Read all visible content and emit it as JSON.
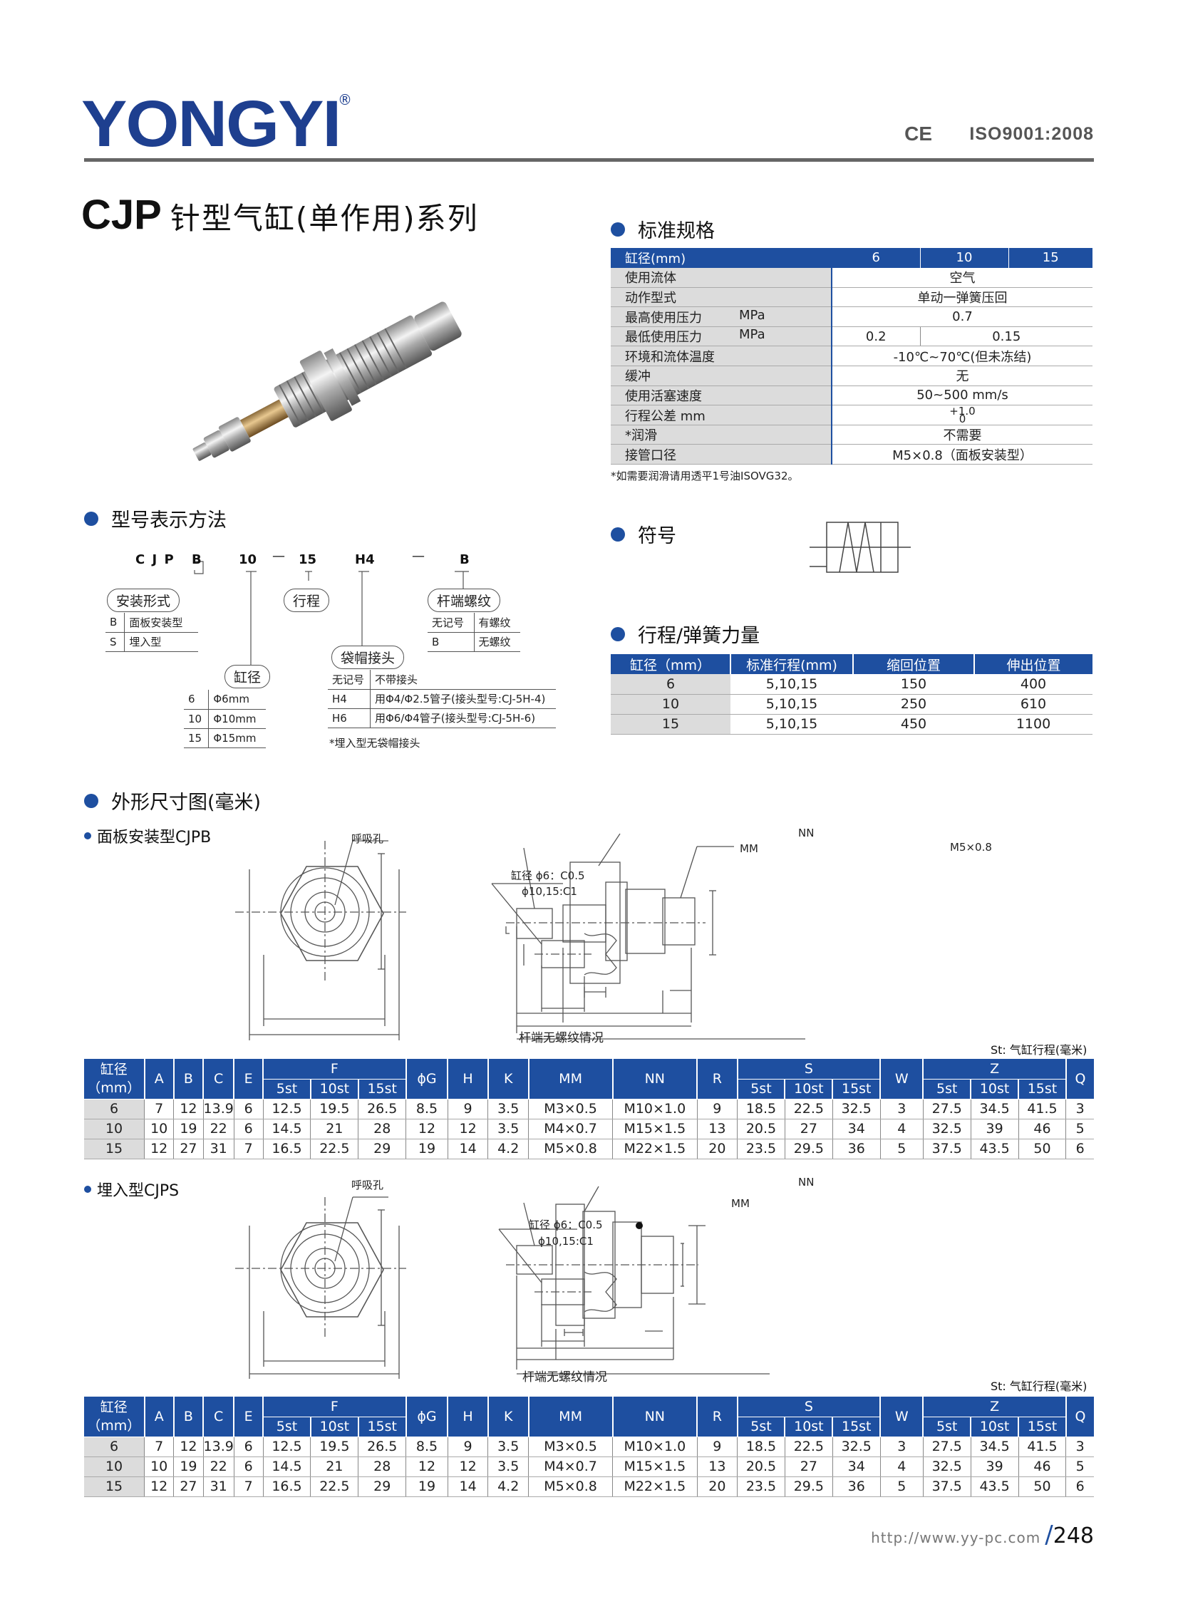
{
  "header": {
    "brand": "YONGYI",
    "registered": "®",
    "ce": "CE",
    "iso": "ISO9001:2008"
  },
  "title": {
    "model": "CJP",
    "name": "针型气缸(单作用)系列"
  },
  "sections": {
    "spec": "标准规格",
    "model_code": "型号表示方法",
    "symbol": "符号",
    "stroke_spring": "行程/弹簧力量",
    "dimensions": "外形尺寸图(毫米)",
    "panel": "面板安装型CJPB",
    "embedded": "埋入型CJPS"
  },
  "spec_table": {
    "header_label": "缸径(mm)",
    "bores": [
      "6",
      "10",
      "15"
    ],
    "rows": [
      {
        "label": "使用流体",
        "value": "空气"
      },
      {
        "label": "动作型式",
        "value": "单动一弹簧压回"
      },
      {
        "label": "最高使用压力",
        "unit": "MPa",
        "value": "0.7"
      },
      {
        "label": "最低使用压力",
        "unit": "MPa",
        "v1": "0.2",
        "v2": "0.15"
      },
      {
        "label": "环境和流体温度",
        "value": "-10℃~70℃(但未冻结)"
      },
      {
        "label": "缓冲",
        "value": "无"
      },
      {
        "label": "使用活塞速度",
        "value": "50~500 mm/s"
      },
      {
        "label": "行程公差  mm",
        "upper": "+1.0",
        "lower": "0"
      },
      {
        "label": "*润滑",
        "value": "不需要"
      },
      {
        "label": "接管口径",
        "value": "M5×0.8（面板安装型）"
      }
    ],
    "note": "*如需要润滑请用透平1号油ISOVG32。"
  },
  "spring_table": {
    "headers": [
      "缸径（mm）",
      "标准行程(mm)",
      "缩回位置",
      "伸出位置"
    ],
    "rows": [
      [
        "6",
        "5,10,15",
        "150",
        "400"
      ],
      [
        "10",
        "5,10,15",
        "250",
        "610"
      ],
      [
        "15",
        "5,10,15",
        "450",
        "1100"
      ]
    ]
  },
  "model_code": {
    "code": [
      "C J P",
      "B",
      "10",
      "—",
      "15",
      "H4",
      "—",
      "B"
    ],
    "mount": {
      "title": "安装形式",
      "rows": [
        [
          "B",
          "面板安装型"
        ],
        [
          "S",
          "埋入型"
        ]
      ]
    },
    "stroke": {
      "title": "行程"
    },
    "bore": {
      "title": "缸径",
      "rows": [
        [
          "6",
          "Φ6mm"
        ],
        [
          "10",
          "Φ10mm"
        ],
        [
          "15",
          "Φ15mm"
        ]
      ]
    },
    "thread": {
      "title": "杆端螺纹",
      "rows": [
        [
          "无记号",
          "有螺纹"
        ],
        [
          "B",
          "无螺纹"
        ]
      ]
    },
    "fitting": {
      "title": "袋帽接头",
      "rows": [
        [
          "无记号",
          "不带接头"
        ],
        [
          "H4",
          "用Φ4/Φ2.5管子(接头型号:CJ-5H-4)"
        ],
        [
          "H6",
          "用Φ6/Φ4管子(接头型号:CJ-5H-6)"
        ]
      ],
      "note": "*埋入型无袋帽接头"
    }
  },
  "drawings": {
    "breath": "呼吸孔",
    "chamfer1": "缸径 ϕ6：C0.5",
    "chamfer2": "ϕ10,15:C1",
    "rod_caption": "杆端无螺纹情况",
    "mm": "MM",
    "nn": "NN",
    "m5": "M5×0.8",
    "st_note": "St: 气缸行程(毫米)"
  },
  "dim_table": {
    "headers": {
      "bore": "缸径",
      "bore_unit": "（mm）",
      "A": "A",
      "B": "B",
      "C": "C",
      "E": "E",
      "F": "F",
      "G": "ϕG",
      "H": "H",
      "K": "K",
      "MM": "MM",
      "NN": "NN",
      "R": "R",
      "S": "S",
      "W": "W",
      "Z": "Z",
      "Q": "Q",
      "st5": "5st",
      "st10": "10st",
      "st15": "15st"
    },
    "rows": [
      [
        "6",
        "7",
        "12",
        "13.9",
        "6",
        "12.5",
        "19.5",
        "26.5",
        "8.5",
        "9",
        "3.5",
        "M3×0.5",
        "M10×1.0",
        "9",
        "18.5",
        "22.5",
        "32.5",
        "3",
        "27.5",
        "34.5",
        "41.5",
        "3"
      ],
      [
        "10",
        "10",
        "19",
        "22",
        "6",
        "14.5",
        "21",
        "28",
        "12",
        "12",
        "3.5",
        "M4×0.7",
        "M15×1.5",
        "13",
        "20.5",
        "27",
        "34",
        "4",
        "32.5",
        "39",
        "46",
        "5"
      ],
      [
        "15",
        "12",
        "27",
        "31",
        "7",
        "16.5",
        "22.5",
        "29",
        "19",
        "14",
        "4.2",
        "M5×0.8",
        "M22×1.5",
        "20",
        "23.5",
        "29.5",
        "36",
        "5",
        "37.5",
        "43.5",
        "50",
        "6"
      ]
    ]
  },
  "footer": {
    "url": "http://www.yy-pc.com",
    "page": "248"
  }
}
